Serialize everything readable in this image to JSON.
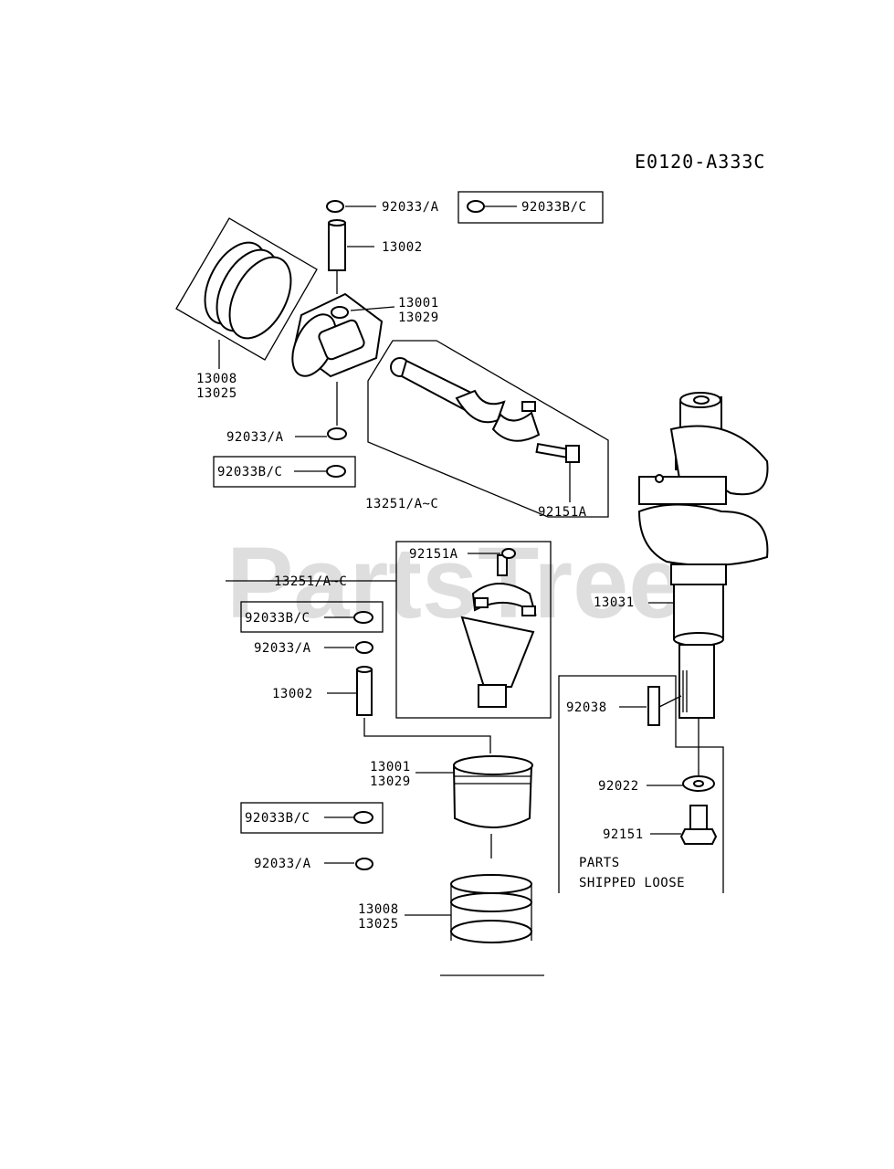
{
  "diagram_code": "E0120-A333C",
  "watermark": "PartsTree",
  "labels": {
    "top_clip_a": "92033/A",
    "top_clip_bc": "92033B/C",
    "top_pin": "13002",
    "top_piston_1": "13001",
    "top_piston_2": "13029",
    "top_rings_1": "13008",
    "top_rings_2": "13025",
    "top_clip_a_lower": "92033/A",
    "top_clip_bc_lower": "92033B/C",
    "top_rod": "13251/A~C",
    "top_rod_bolt": "92151A",
    "crankshaft": "13031",
    "bottom_rod_bolt": "92151A",
    "bottom_rod": "13251/A~C",
    "bottom_clip_bc": "92033B/C",
    "bottom_clip_a": "92033/A",
    "bottom_pin": "13002",
    "bottom_piston_1": "13001",
    "bottom_piston_2": "13029",
    "bottom_clip_bc_lower": "92033B/C",
    "bottom_clip_a_lower": "92033/A",
    "bottom_rings_1": "13008",
    "bottom_rings_2": "13025",
    "key": "92038",
    "washer": "92022",
    "bolt": "92151",
    "note_line1": "PARTS",
    "note_line2": "SHIPPED LOOSE"
  }
}
